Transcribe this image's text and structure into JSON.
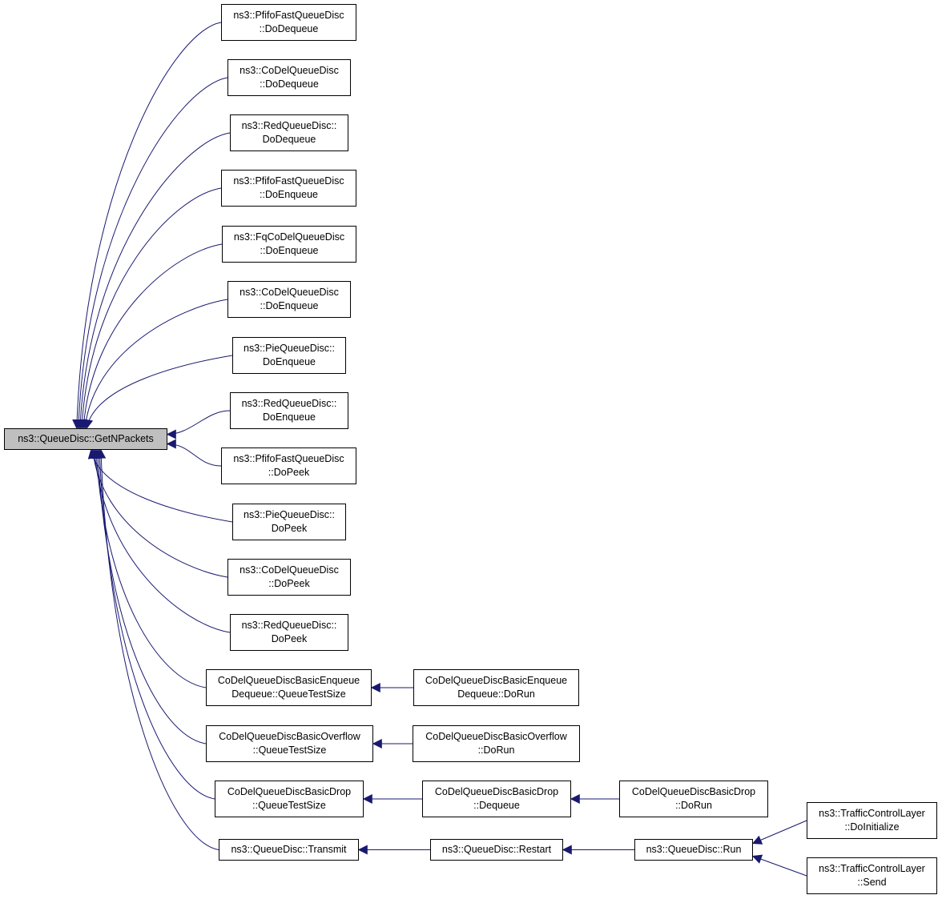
{
  "diagram": {
    "colors": {
      "edge": "#191970",
      "node_border": "#000000",
      "root_fill": "#bfbfbf",
      "node_fill": "#ffffff"
    },
    "nodes": [
      {
        "id": "root",
        "lines": [
          "ns3::QueueDisc::GetNPackets"
        ]
      },
      {
        "id": "pf_deq",
        "lines": [
          "ns3::PfifoFastQueueDisc",
          "::DoDequeue"
        ]
      },
      {
        "id": "cd_deq",
        "lines": [
          "ns3::CoDelQueueDisc",
          "::DoDequeue"
        ]
      },
      {
        "id": "red_deq",
        "lines": [
          "ns3::RedQueueDisc::",
          "DoDequeue"
        ]
      },
      {
        "id": "pf_enq",
        "lines": [
          "ns3::PfifoFastQueueDisc",
          "::DoEnqueue"
        ]
      },
      {
        "id": "fq_enq",
        "lines": [
          "ns3::FqCoDelQueueDisc",
          "::DoEnqueue"
        ]
      },
      {
        "id": "cd_enq",
        "lines": [
          "ns3::CoDelQueueDisc",
          "::DoEnqueue"
        ]
      },
      {
        "id": "pie_enq",
        "lines": [
          "ns3::PieQueueDisc::",
          "DoEnqueue"
        ]
      },
      {
        "id": "red_enq",
        "lines": [
          "ns3::RedQueueDisc::",
          "DoEnqueue"
        ]
      },
      {
        "id": "pf_peek",
        "lines": [
          "ns3::PfifoFastQueueDisc",
          "::DoPeek"
        ]
      },
      {
        "id": "pie_peek",
        "lines": [
          "ns3::PieQueueDisc::",
          "DoPeek"
        ]
      },
      {
        "id": "cd_peek",
        "lines": [
          "ns3::CoDelQueueDisc",
          "::DoPeek"
        ]
      },
      {
        "id": "red_peek",
        "lines": [
          "ns3::RedQueueDisc::",
          "DoPeek"
        ]
      },
      {
        "id": "be_qts",
        "lines": [
          "CoDelQueueDiscBasicEnqueue",
          "Dequeue::QueueTestSize"
        ]
      },
      {
        "id": "be_run",
        "lines": [
          "CoDelQueueDiscBasicEnqueue",
          "Dequeue::DoRun"
        ]
      },
      {
        "id": "bo_qts",
        "lines": [
          "CoDelQueueDiscBasicOverflow",
          "::QueueTestSize"
        ]
      },
      {
        "id": "bo_run",
        "lines": [
          "CoDelQueueDiscBasicOverflow",
          "::DoRun"
        ]
      },
      {
        "id": "bd_qts",
        "lines": [
          "CoDelQueueDiscBasicDrop",
          "::QueueTestSize"
        ]
      },
      {
        "id": "bd_deq",
        "lines": [
          "CoDelQueueDiscBasicDrop",
          "::Dequeue"
        ]
      },
      {
        "id": "bd_run",
        "lines": [
          "CoDelQueueDiscBasicDrop",
          "::DoRun"
        ]
      },
      {
        "id": "transmit",
        "lines": [
          "ns3::QueueDisc::Transmit"
        ]
      },
      {
        "id": "restart",
        "lines": [
          "ns3::QueueDisc::Restart"
        ]
      },
      {
        "id": "run",
        "lines": [
          "ns3::QueueDisc::Run"
        ]
      },
      {
        "id": "tcl_init",
        "lines": [
          "ns3::TrafficControlLayer",
          "::DoInitialize"
        ]
      },
      {
        "id": "tcl_send",
        "lines": [
          "ns3::TrafficControlLayer",
          "::Send"
        ]
      }
    ],
    "edges": [
      {
        "from": "pf_deq",
        "to": "root"
      },
      {
        "from": "cd_deq",
        "to": "root"
      },
      {
        "from": "red_deq",
        "to": "root"
      },
      {
        "from": "pf_enq",
        "to": "root"
      },
      {
        "from": "fq_enq",
        "to": "root"
      },
      {
        "from": "cd_enq",
        "to": "root"
      },
      {
        "from": "pie_enq",
        "to": "root"
      },
      {
        "from": "red_enq",
        "to": "root"
      },
      {
        "from": "pf_peek",
        "to": "root"
      },
      {
        "from": "pie_peek",
        "to": "root"
      },
      {
        "from": "cd_peek",
        "to": "root"
      },
      {
        "from": "red_peek",
        "to": "root"
      },
      {
        "from": "be_qts",
        "to": "root"
      },
      {
        "from": "bo_qts",
        "to": "root"
      },
      {
        "from": "bd_qts",
        "to": "root"
      },
      {
        "from": "transmit",
        "to": "root"
      },
      {
        "from": "be_run",
        "to": "be_qts"
      },
      {
        "from": "bo_run",
        "to": "bo_qts"
      },
      {
        "from": "bd_deq",
        "to": "bd_qts"
      },
      {
        "from": "bd_run",
        "to": "bd_deq"
      },
      {
        "from": "restart",
        "to": "transmit"
      },
      {
        "from": "run",
        "to": "restart"
      },
      {
        "from": "tcl_init",
        "to": "run"
      },
      {
        "from": "tcl_send",
        "to": "run"
      }
    ]
  }
}
